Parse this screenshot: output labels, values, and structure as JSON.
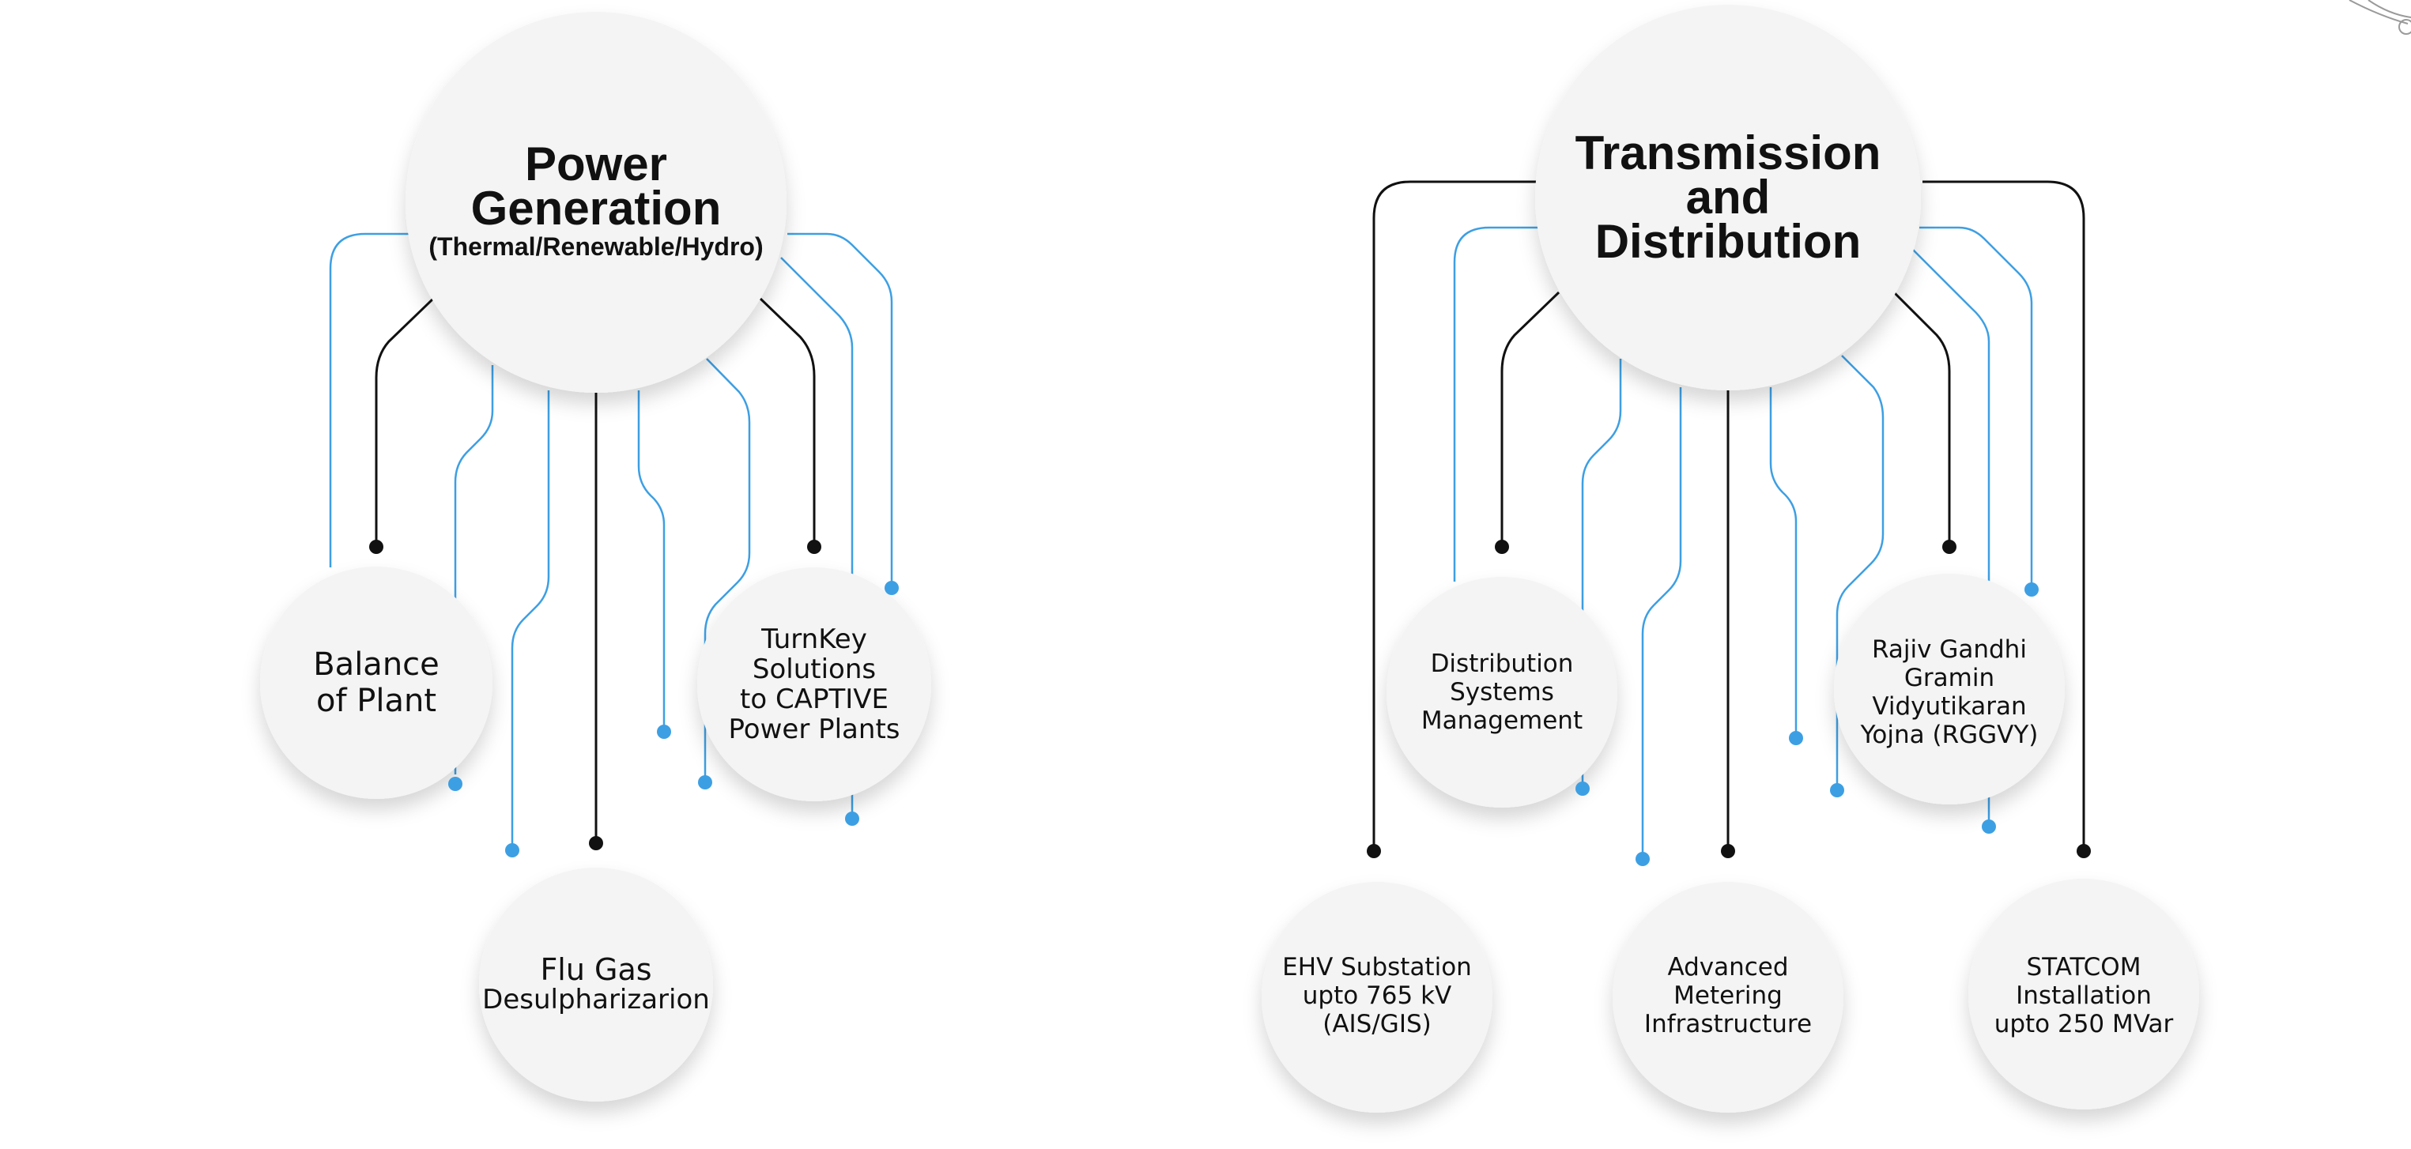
{
  "colors": {
    "circle_fill": "#f4f4f4",
    "main_connector": "#111111",
    "accent_connector": "#3d9fe3"
  },
  "diagram": {
    "left_group": {
      "hub": {
        "title_line1": "Power",
        "title_line2": "Generation",
        "subtitle": "(Thermal/Renewable/Hydro)"
      },
      "leaves": {
        "balance_of_plant": [
          "Balance",
          "of Plant"
        ],
        "turnkey_captive": [
          "TurnKey",
          "Solutions",
          "to CAPTIVE",
          "Power Plants"
        ],
        "flu_gas": [
          "Flu Gas",
          "Desulpharizarion"
        ]
      }
    },
    "right_group": {
      "hub": {
        "title_line1": "Transmission",
        "title_line2": "and",
        "title_line3": "Distribution"
      },
      "leaves": {
        "distribution_systems": [
          "Distribution",
          "Systems",
          "Management"
        ],
        "rggvy": [
          "Rajiv Gandhi",
          "Gramin",
          "Vidyutikaran",
          "Yojna (RGGVY)"
        ],
        "ehv_substation": [
          "EHV Substation",
          "upto 765 kV",
          "(AIS/GIS)"
        ],
        "advanced_metering": [
          "Advanced",
          "Metering",
          "Infrastructure"
        ],
        "statcom": [
          "STATCOM",
          "Installation",
          "upto 250 MVar"
        ]
      }
    }
  }
}
